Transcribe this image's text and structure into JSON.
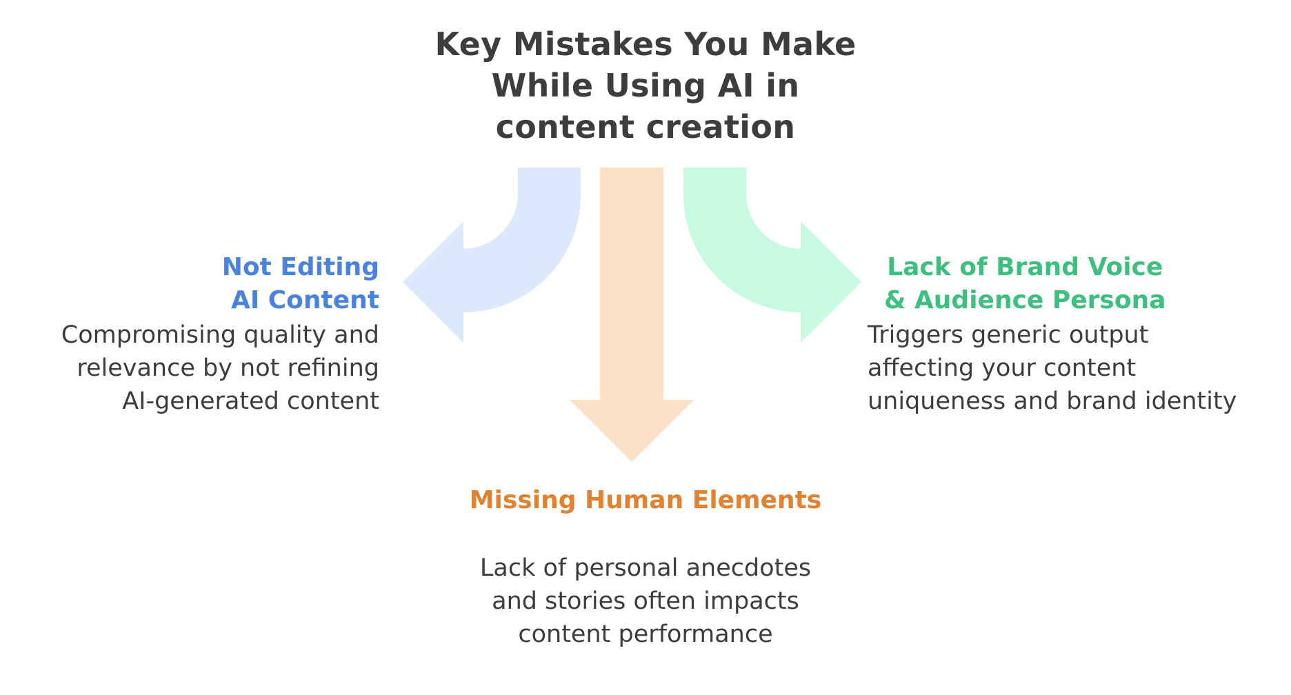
{
  "title": {
    "lines": [
      "Key Mistakes You Make",
      "While Using AI in",
      "content creation"
    ]
  },
  "branches": {
    "left": {
      "title_lines": [
        "Not Editing",
        "AI Content"
      ],
      "desc_lines": [
        "Compromising quality and",
        "relevance by not refining",
        "AI-generated content"
      ],
      "color": "#4a82e0",
      "arrow_color": "#dce8fc"
    },
    "center": {
      "title_lines": [
        "Missing Human Elements"
      ],
      "desc_lines": [
        "Lack of personal anecdotes",
        "and stories often impacts",
        "content performance"
      ],
      "color": "#e0822f",
      "arrow_color": "#fde2c8"
    },
    "right": {
      "title_lines": [
        "Lack of Brand Voice",
        "& Audience Persona"
      ],
      "desc_lines": [
        "Triggers generic output",
        "affecting your content",
        "uniqueness and brand identity"
      ],
      "color": "#3dbf80",
      "arrow_color": "#c8fae2"
    }
  }
}
